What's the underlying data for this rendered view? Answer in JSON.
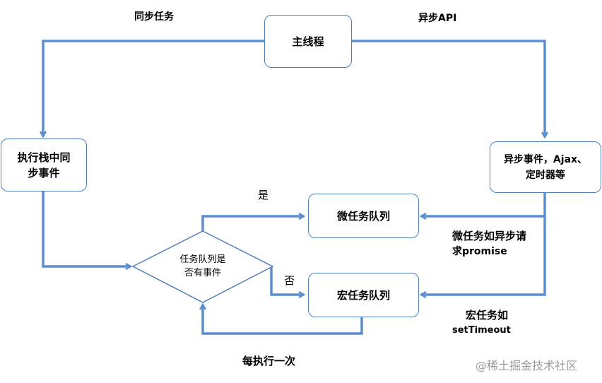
{
  "nodes": {
    "main_thread": "主线程",
    "sync_stack": "执行栈中同\n步事件",
    "async_events": "异步事件，Ajax、\n定时器等",
    "microtask_queue": "微任务队列",
    "macrotask_queue": "宏任务队列",
    "decision": "任务队列是\n否有事件"
  },
  "labels": {
    "sync_tasks": "同步任务",
    "async_api": "异步API",
    "yes": "是",
    "no": "否",
    "microtask_note_1": "微任务如异步请",
    "microtask_note_2": "求promise",
    "macrotask_note_1": "宏任务如",
    "macrotask_note_2": "setTimeout",
    "each_execution": "每执行一次"
  },
  "watermark": "@稀土掘金技术社区",
  "colors": {
    "line": "#5b8fcf",
    "border": "#4f81bd"
  }
}
